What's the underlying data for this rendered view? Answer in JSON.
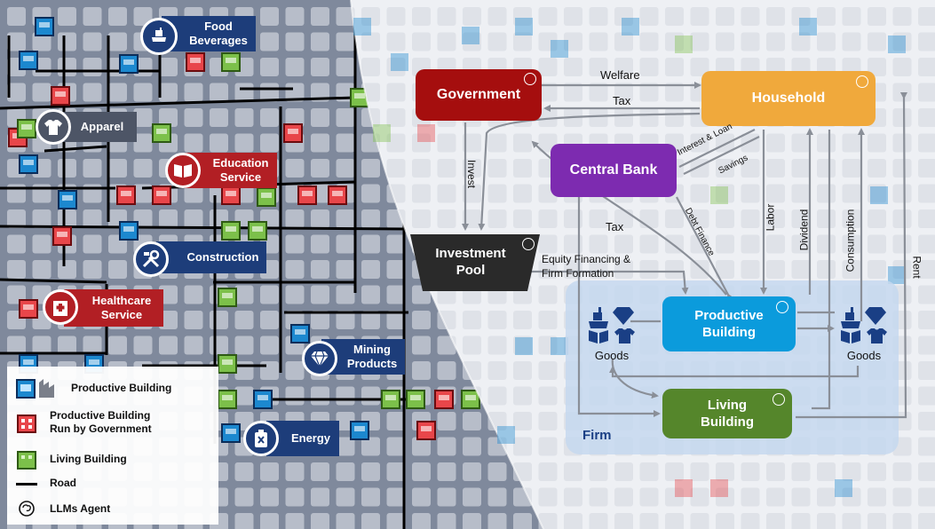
{
  "map_labels": {
    "food": "Food\nBeverages",
    "apparel": "Apparel",
    "education": "Education\nService",
    "construction": "Construction",
    "healthcare": "Healthcare\nService",
    "mining": "Mining\nProducts",
    "energy": "Energy"
  },
  "legend": {
    "productive": "Productive Building",
    "gov": "Productive Building\nRun by Government",
    "living": "Living Building",
    "road": "Road",
    "agent": "LLMs Agent"
  },
  "nodes": {
    "government": "Government",
    "household": "Household",
    "central_bank": "Central Bank",
    "investment_pool": "Investment\nPool",
    "productive": "Productive\nBuilding",
    "living": "Living\nBuilding",
    "firm": "Firm",
    "goods_left": "Goods",
    "goods_right": "Goods"
  },
  "edges": {
    "welfare": "Welfare",
    "tax_top": "Tax",
    "invest": "Invest",
    "interest": "Interest & Loan",
    "savings": "Savings",
    "tax_mid": "Tax",
    "debt": "Debt Finance",
    "labor": "Labor",
    "dividend": "Dividend",
    "consumption": "Consumption",
    "rent": "Rent",
    "equity": "Equity Financing &\nFirm Formation"
  },
  "colors": {
    "government": "#a50e0e",
    "household": "#f0a93c",
    "central_bank": "#7d2bb0",
    "investment_pool": "#2a2a2a",
    "productive": "#0b9bdc",
    "living": "#55862b",
    "map_navy": "#1d3d7a",
    "map_red": "#b21f24",
    "firm_bg": "#c6d8ee"
  }
}
